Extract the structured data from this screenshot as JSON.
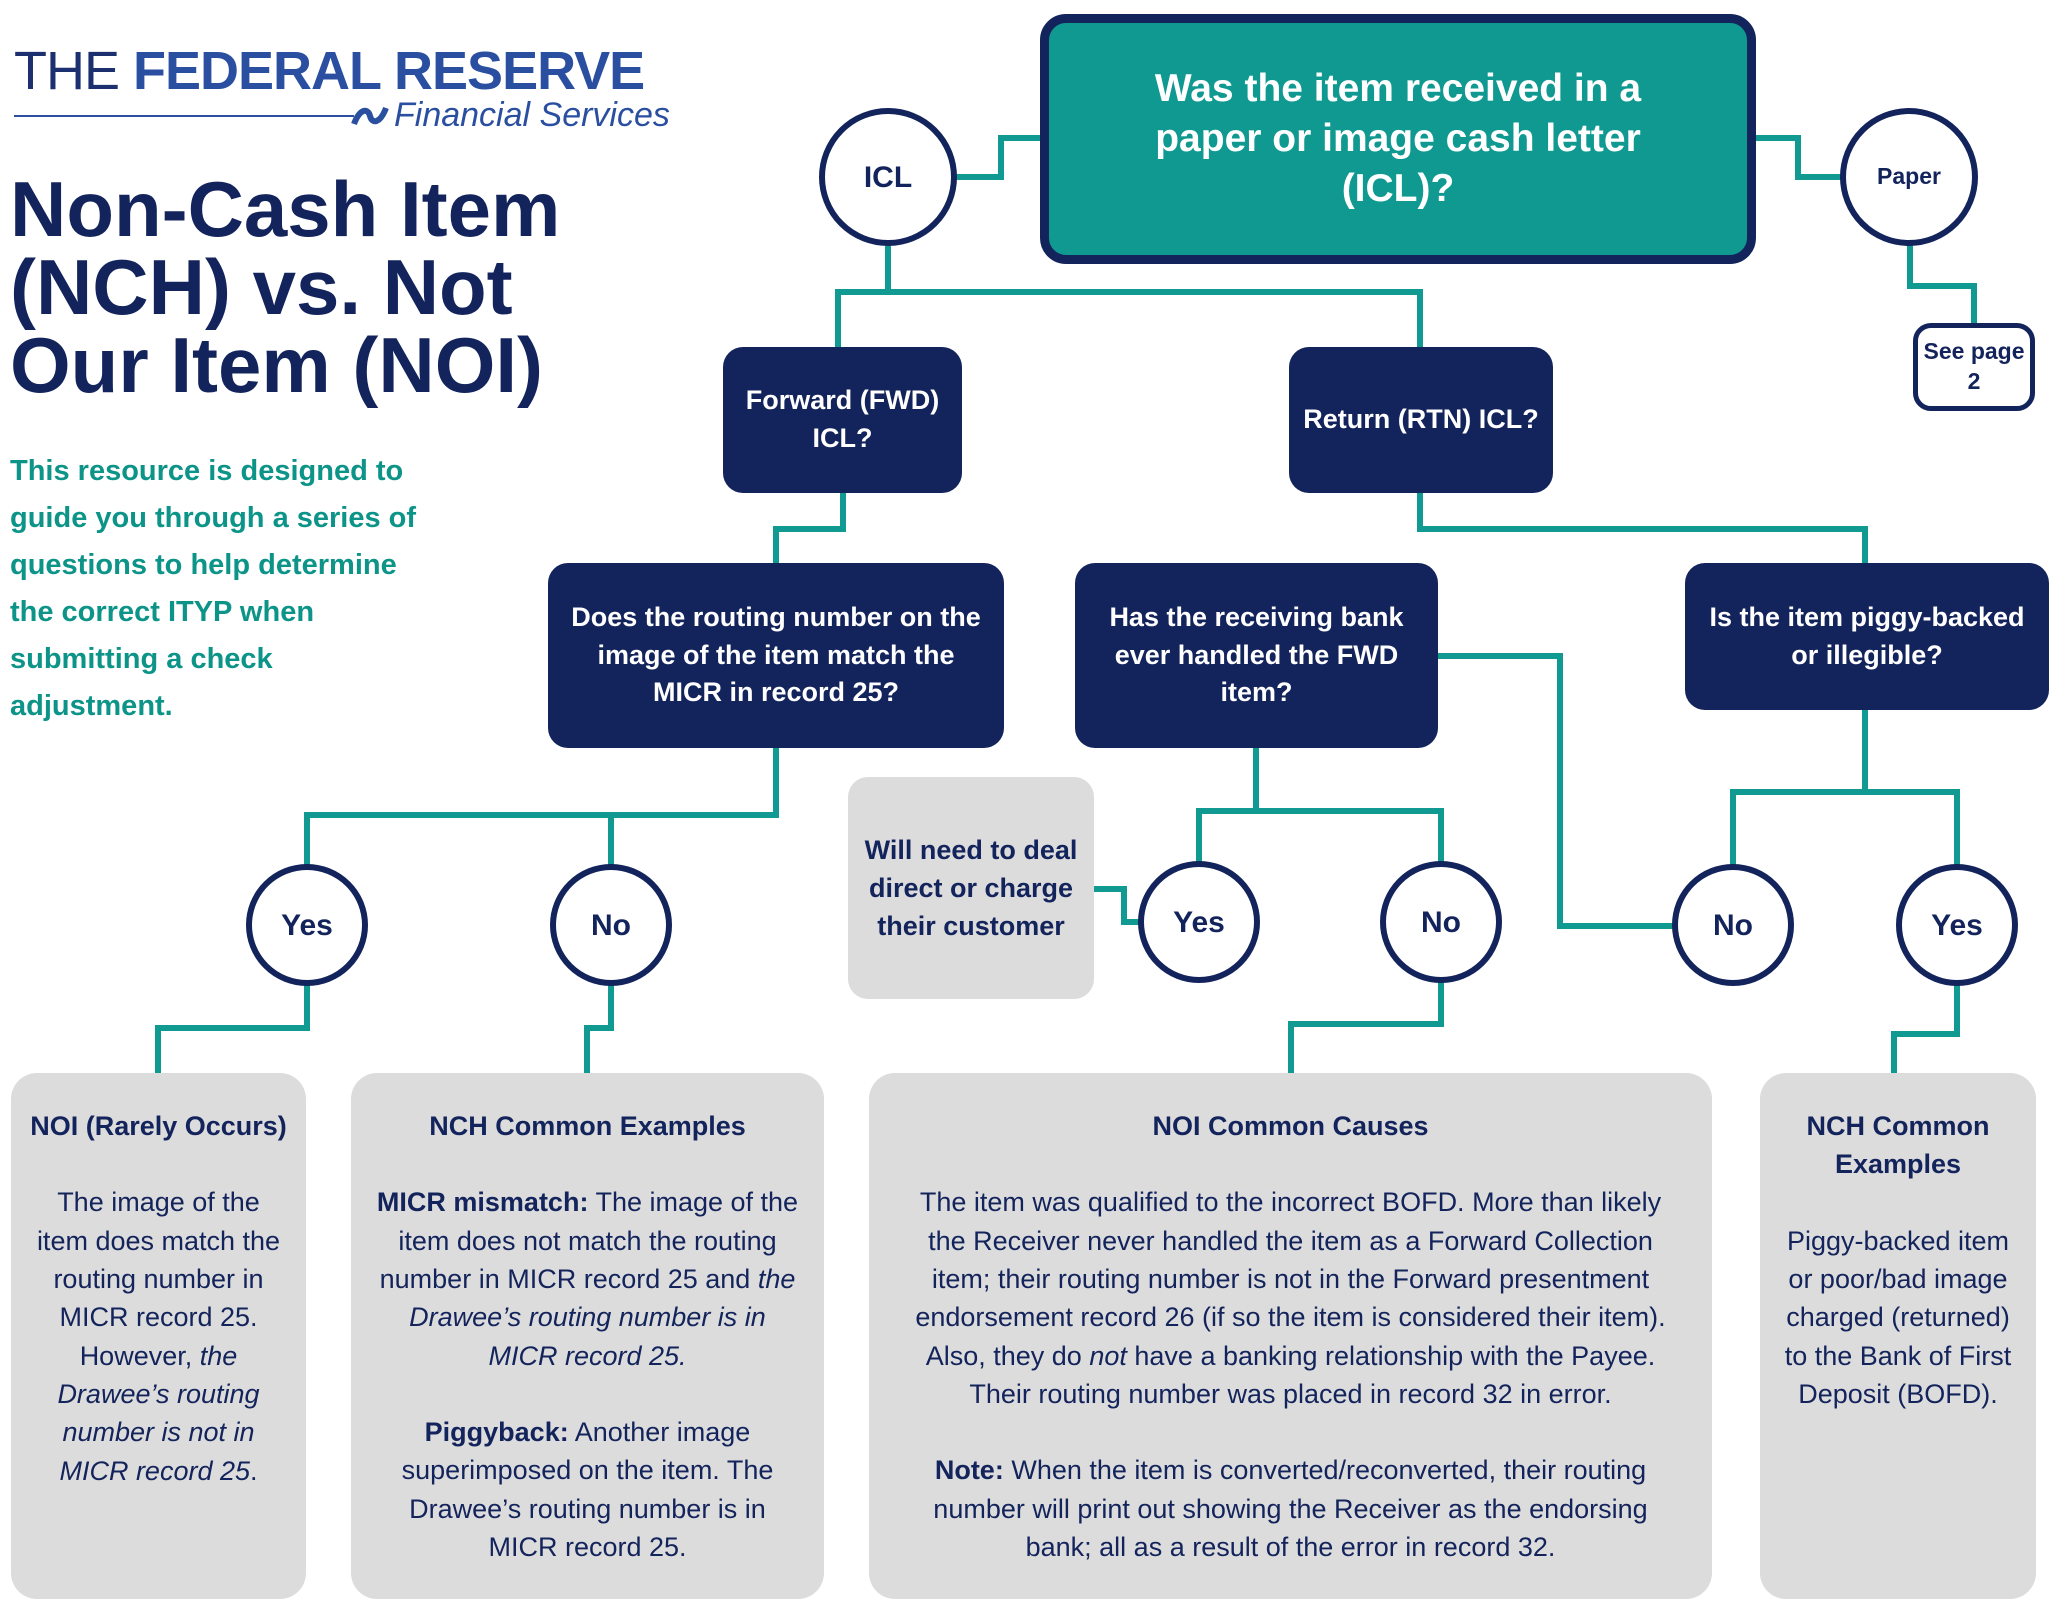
{
  "logo": {
    "the": "THE",
    "federal_reserve": "FEDERAL RESERVE",
    "financial_services": "Financial Services"
  },
  "title": "Non-Cash Item (NCH) vs. Not Our Item (NOI)",
  "intro": "This resource is designed to guide you through a series of questions to help determine the correct ITYP when submitting a check adjustment.",
  "nodes": {
    "main_question": "Was the item received in a paper or image cash letter (ICL)?",
    "icl": "ICL",
    "paper": "Paper",
    "see_page": "See page 2",
    "fwd": "Forward (FWD)  ICL?",
    "rtn": "Return (RTN) ICL?",
    "routing_question": "Does the routing number on the image of the item match the MICR in record 25?",
    "handled_question": "Has the receiving bank ever handled the FWD item?",
    "piggy_question": "Is the item piggy-backed or illegible?",
    "deal_direct": "Will need to deal direct or charge their customer",
    "yes": "Yes",
    "no": "No"
  },
  "boxes": {
    "noi_rare": {
      "heading": "NOI (Rarely Occurs)",
      "text_plain": "The image of the item does match the routing number in MICR record 25. However, ",
      "text_italic": "the Drawee’s routing number is not in MICR record 25",
      "text_end": "."
    },
    "nch_examples": {
      "heading": "NCH Common Examples",
      "micr_label": "MICR mismatch:",
      "micr_text": " The image of the item does not match the routing number in MICR record 25 and ",
      "micr_italic": "the Drawee’s routing number is in MICR record 25.",
      "piggy_label": "Piggyback:",
      "piggy_text": " Another image superimposed on the item. The Drawee’s routing number is in MICR record 25."
    },
    "noi_causes": {
      "heading": "NOI Common Causes",
      "text_a": "The item was qualified to the incorrect BOFD. More than likely the Receiver never handled the item as a Forward Collection item; their routing number is not in the Forward presentment endorsement record 26 (if so the item is considered their item). Also, they do ",
      "text_italic": "not",
      "text_b": " have a banking relationship with the Payee. Their routing number was placed in record 32 in error.",
      "note_label": "Note:",
      "note_text": " When the item is converted/reconverted, their routing number will print out showing the Receiver as the endorsing bank; all as a result of the error in record 32."
    },
    "nch_examples_2": {
      "heading": "NCH Common Examples",
      "text": "Piggy-backed item or poor/bad image charged (returned) to the Bank of First Deposit (BOFD)."
    }
  },
  "colors": {
    "navy": "#13235b",
    "teal": "#0f9991",
    "line": "#109a92",
    "grey": "#dcdcdc",
    "intro": "#0d9488"
  }
}
